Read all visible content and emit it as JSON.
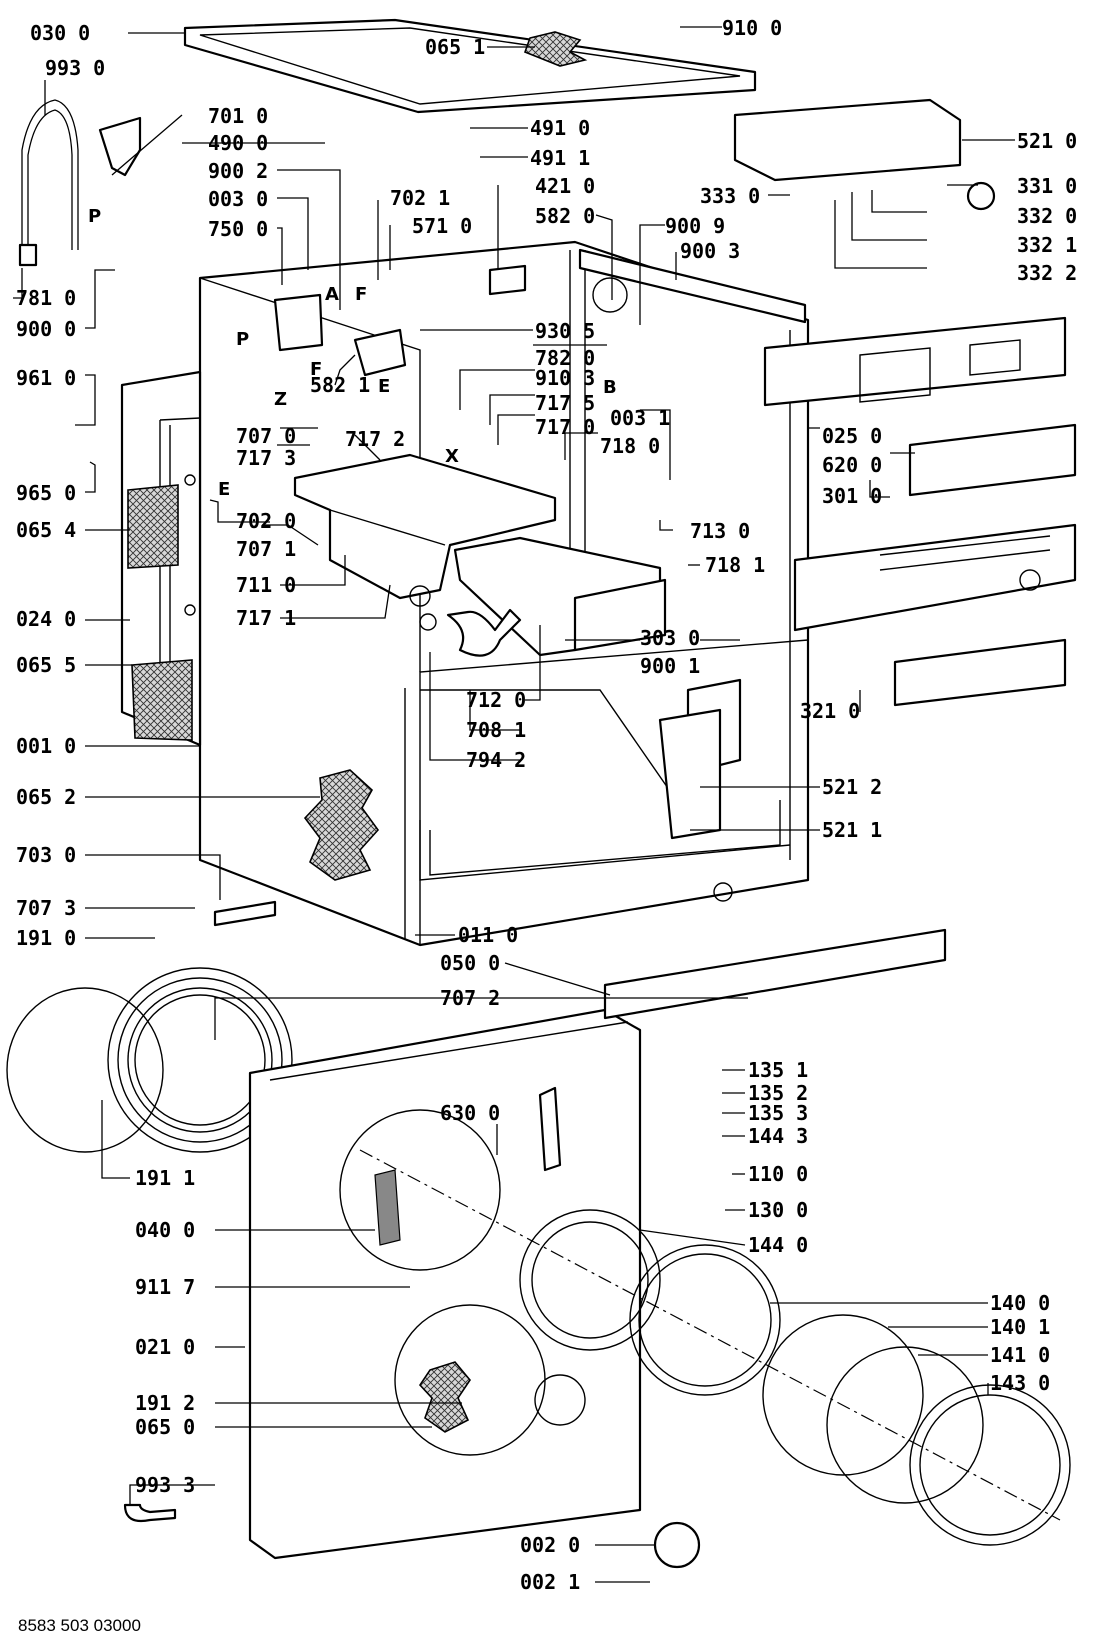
{
  "footer_code": "8583 503 03000",
  "labels": [
    {
      "text": "030 0"
    },
    {
      "text": "065 1"
    },
    {
      "text": "910 0"
    },
    {
      "text": "993 0"
    },
    {
      "text": "701 0"
    },
    {
      "text": "490 0"
    },
    {
      "text": "491 0"
    },
    {
      "text": "491 1"
    },
    {
      "text": "521 0"
    },
    {
      "text": "900 2"
    },
    {
      "text": "003 0"
    },
    {
      "text": "702 1"
    },
    {
      "text": "421 0"
    },
    {
      "text": "333 0"
    },
    {
      "text": "331 0"
    },
    {
      "text": "571 0"
    },
    {
      "text": "582 0"
    },
    {
      "text": "332 0"
    },
    {
      "text": "750 0"
    },
    {
      "text": "900 9"
    },
    {
      "text": "332 1"
    },
    {
      "text": "900 3"
    },
    {
      "text": "332 2"
    },
    {
      "text": "781 0"
    },
    {
      "text": "900 0"
    },
    {
      "text": "930 5"
    },
    {
      "text": "782 0"
    },
    {
      "text": "582 1"
    },
    {
      "text": "961 0"
    },
    {
      "text": "910 3"
    },
    {
      "text": "717 5"
    },
    {
      "text": "717 0"
    },
    {
      "text": "003 1"
    },
    {
      "text": "707 0"
    },
    {
      "text": "717 2"
    },
    {
      "text": "718 0"
    },
    {
      "text": "717 3"
    },
    {
      "text": "025 0"
    },
    {
      "text": "620 0"
    },
    {
      "text": "965 0"
    },
    {
      "text": "301 0"
    },
    {
      "text": "702 0"
    },
    {
      "text": "065 4"
    },
    {
      "text": "713 0"
    },
    {
      "text": "707 1"
    },
    {
      "text": "718 1"
    },
    {
      "text": "711 0"
    },
    {
      "text": "717 1"
    },
    {
      "text": "303 0"
    },
    {
      "text": "024 0"
    },
    {
      "text": "900 1"
    },
    {
      "text": "712 0"
    },
    {
      "text": "065 5"
    },
    {
      "text": "708 1"
    },
    {
      "text": "321 0"
    },
    {
      "text": "794 2"
    },
    {
      "text": "001 0"
    },
    {
      "text": "521 2"
    },
    {
      "text": "065 2"
    },
    {
      "text": "521 1"
    },
    {
      "text": "703 0"
    },
    {
      "text": "707 3"
    },
    {
      "text": "191 0"
    },
    {
      "text": "011 0"
    },
    {
      "text": "050 0"
    },
    {
      "text": "707 2"
    },
    {
      "text": "135 1"
    },
    {
      "text": "135 2"
    },
    {
      "text": "135 3"
    },
    {
      "text": "144 3"
    },
    {
      "text": "630 0"
    },
    {
      "text": "110 0"
    },
    {
      "text": "191 1"
    },
    {
      "text": "130 0"
    },
    {
      "text": "040 0"
    },
    {
      "text": "144 0"
    },
    {
      "text": "911 7"
    },
    {
      "text": "140 0"
    },
    {
      "text": "140 1"
    },
    {
      "text": "021 0"
    },
    {
      "text": "141 0"
    },
    {
      "text": "191 2"
    },
    {
      "text": "143 0"
    },
    {
      "text": "065 0"
    },
    {
      "text": "993 3"
    },
    {
      "text": "002 0"
    },
    {
      "text": "002 1"
    }
  ],
  "letters": [
    {
      "text": "P"
    },
    {
      "text": "A"
    },
    {
      "text": "F"
    },
    {
      "text": "P"
    },
    {
      "text": "Z"
    },
    {
      "text": "F"
    },
    {
      "text": "E"
    },
    {
      "text": "B"
    },
    {
      "text": "X"
    },
    {
      "text": "E"
    }
  ]
}
